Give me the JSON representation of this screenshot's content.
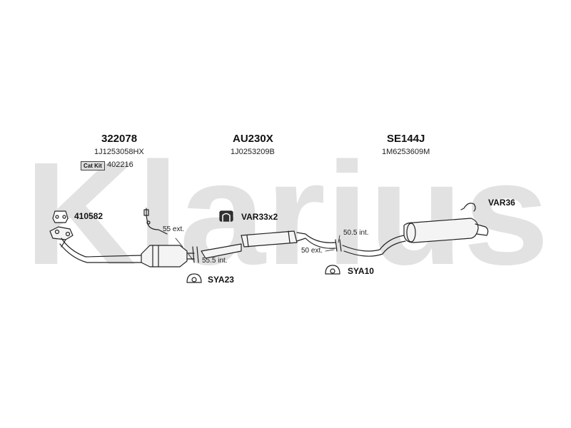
{
  "watermark": {
    "text": "Klarius"
  },
  "sections": [
    {
      "part_number": "322078",
      "oem_number": "1J1253058HX"
    },
    {
      "part_number": "AU230X",
      "oem_number": "1J0253209B"
    },
    {
      "part_number": "SE144J",
      "oem_number": "1M6253609M"
    }
  ],
  "cat_kit": {
    "label": "Cat Kit",
    "number": "402216"
  },
  "accessories": {
    "gasket": "410582",
    "var_clamp": "VAR33x2",
    "hanger_rear": "VAR36",
    "mount_1": "SYA23",
    "mount_2": "SYA10"
  },
  "dimensions": {
    "ext_55": "55 ext.",
    "int_55_5": "55.5 int.",
    "int_50_5": "50.5 int.",
    "ext_50": "50 ext."
  },
  "colors": {
    "line": "#222222",
    "watermark": "#e2e2e2",
    "pipe_fill": "#f4f4f4"
  }
}
